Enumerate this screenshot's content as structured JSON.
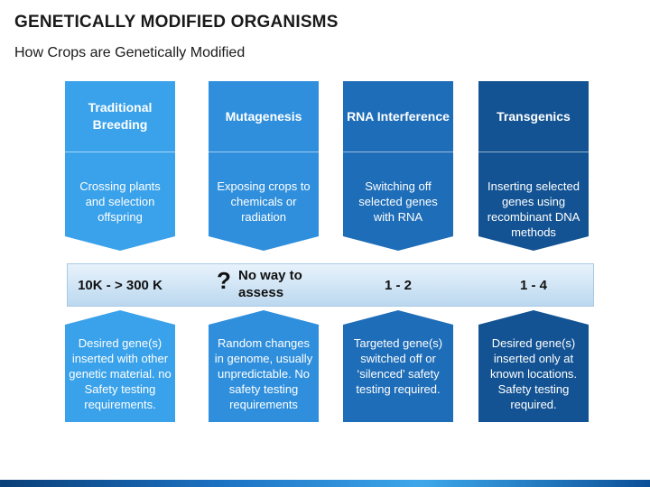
{
  "header": {
    "title": "GENETICALLY MODIFIED ORGANISMS",
    "subtitle": "How Crops are Genetically Modified"
  },
  "columns": [
    {
      "title": "Traditional Breeding",
      "description": "Crossing plants and selection offspring",
      "value": "10K - > 300 K",
      "bottom_text": "Desired gene(s) inserted with other genetic material. no Safety testing requirements.",
      "color": "#3aa2ea"
    },
    {
      "title": "Mutagenesis",
      "description": "Exposing crops to chemicals or radiation",
      "value": "No way to assess",
      "value_icon": "?",
      "bottom_text": "Random changes in genome, usually unpredictable. No safety testing requirements",
      "color": "#2f8fdc"
    },
    {
      "title": "RNA Interference",
      "description": "Switching off selected genes with RNA",
      "value": "1 - 2",
      "bottom_text": "Targeted gene(s) switched off or ‘silenced’ safety testing required.",
      "color": "#1e6db8"
    },
    {
      "title": "Transgenics",
      "description": "Inserting selected genes using recombinant DNA methods",
      "value": "1 - 4",
      "bottom_text": "Desired gene(s) inserted only at known locations. Safety testing required.",
      "color": "#135393"
    }
  ]
}
